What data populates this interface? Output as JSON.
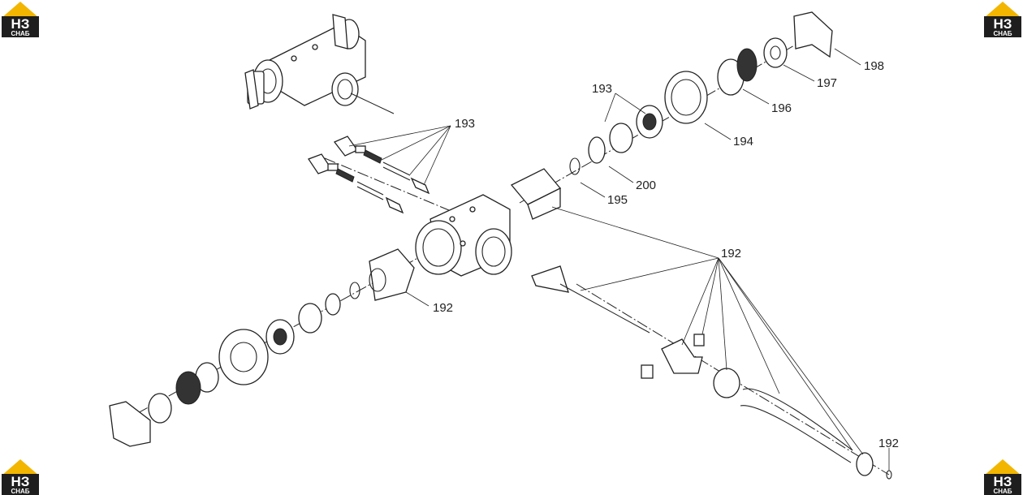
{
  "brand": {
    "logo_letters": "НЗ",
    "logo_subtitle": "СНАБ",
    "colors": {
      "accent": "#f2b600",
      "dark": "#1e1e1e"
    }
  },
  "callouts": {
    "c193a": "193",
    "c193b": "193",
    "c198": "198",
    "c197": "197",
    "c196": "196",
    "c194": "194",
    "c200": "200",
    "c195": "195",
    "c192a": "192",
    "c192b": "192",
    "c192c": "192"
  }
}
